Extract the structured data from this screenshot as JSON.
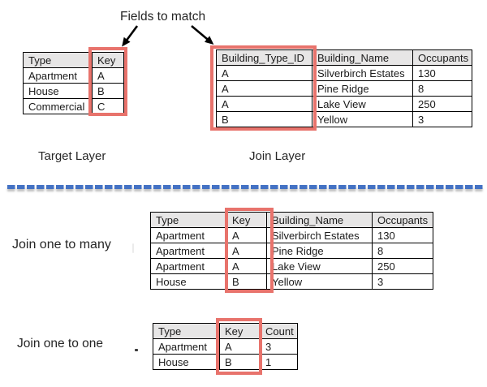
{
  "colors": {
    "highlight_red": "#e8736c",
    "separator_blue": "#4472c4",
    "header_gray": "#e7e6e6",
    "arrow_black": "#000000"
  },
  "annotation": {
    "fields_to_match": "Fields to match"
  },
  "top": {
    "target_layer": {
      "label": "Target Layer",
      "columns": [
        "Type",
        "Key"
      ],
      "rows": [
        [
          "Apartment",
          "A"
        ],
        [
          "House",
          "B"
        ],
        [
          "Commercial",
          "C"
        ]
      ],
      "highlighted_column": "Key"
    },
    "join_layer": {
      "label": "Join Layer",
      "columns": [
        "Building_Type_ID",
        "Building_Name",
        "Occupants"
      ],
      "rows": [
        [
          "A",
          "Silverbirch Estates",
          "130"
        ],
        [
          "A",
          "Pine Ridge",
          "8"
        ],
        [
          "A",
          "Lake View",
          "250"
        ],
        [
          "B",
          "Yellow",
          "3"
        ]
      ],
      "highlighted_column": "Building_Type_ID"
    }
  },
  "bottom": {
    "join_one_to_many": {
      "label": "Join one to many",
      "columns": [
        "Type",
        "Key",
        "Building_Name",
        "Occupants"
      ],
      "rows": [
        [
          "Apartment",
          "A",
          "Silverbirch Estates",
          "130"
        ],
        [
          "Apartment",
          "A",
          "Pine Ridge",
          "8"
        ],
        [
          "Apartment",
          "A",
          "Lake View",
          "250"
        ],
        [
          "House",
          "B",
          "Yellow",
          "3"
        ]
      ],
      "highlighted_column": "Key"
    },
    "join_one_to_one": {
      "label": "Join one to one",
      "columns": [
        "Type",
        "Key",
        "Count"
      ],
      "rows": [
        [
          "Apartment",
          "A",
          "3"
        ],
        [
          "House",
          "B",
          "1"
        ]
      ],
      "highlighted_column": "Key"
    }
  }
}
